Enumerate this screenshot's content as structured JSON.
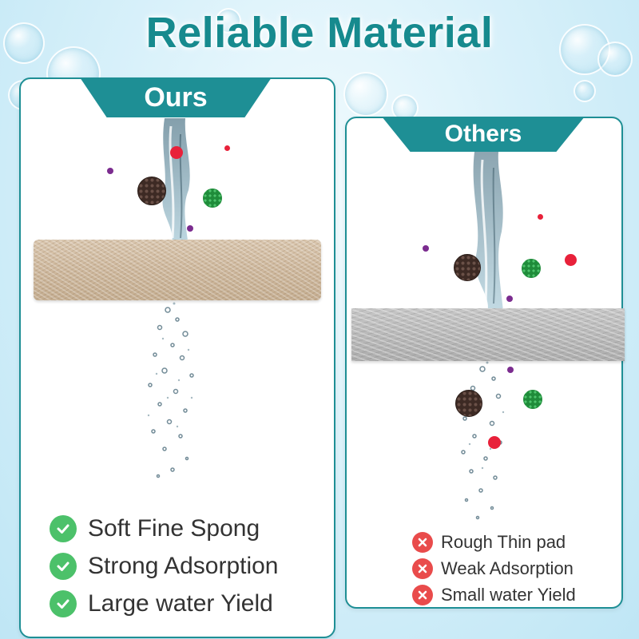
{
  "title": "Reliable Material",
  "ours": {
    "tab_label": "Ours",
    "features": [
      "Soft Fine Spong",
      "Strong Adsorption",
      "Large water Yield"
    ]
  },
  "others": {
    "tab_label": "Others",
    "features": [
      "Rough Thin pad",
      "Weak Adsorption",
      "Small water Yield"
    ]
  },
  "colors": {
    "brand_teal": "#1e8f95",
    "check_green": "#4cc16a",
    "cross_red": "#e94b4b"
  },
  "icons": {
    "positive": "check-circle-icon",
    "negative": "x-circle-icon"
  }
}
